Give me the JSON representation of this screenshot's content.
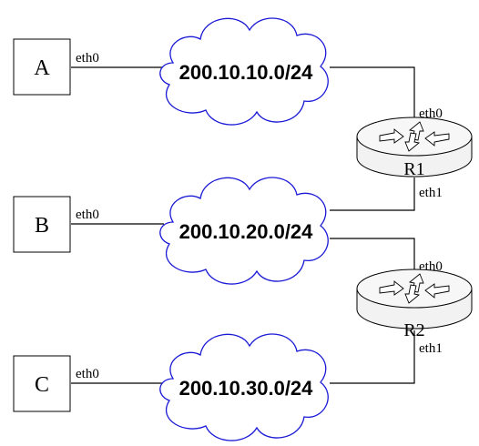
{
  "colors": {
    "cloud_stroke": "#1a1ad6",
    "line": "#000000",
    "router_fill": "#f2f2f2",
    "background": "#ffffff"
  },
  "hosts": [
    {
      "name": "A",
      "iface": "eth0"
    },
    {
      "name": "B",
      "iface": "eth0"
    },
    {
      "name": "C",
      "iface": "eth0"
    }
  ],
  "networks": [
    {
      "label": "200.10.10.0/24"
    },
    {
      "label": "200.10.20.0/24"
    },
    {
      "label": "200.10.30.0/24"
    }
  ],
  "routers": [
    {
      "name": "R1",
      "iface_top": "eth0",
      "iface_bottom": "eth1",
      "icon": "router-icon"
    },
    {
      "name": "R2",
      "iface_top": "eth0",
      "iface_bottom": "eth1",
      "icon": "router-icon"
    }
  ]
}
